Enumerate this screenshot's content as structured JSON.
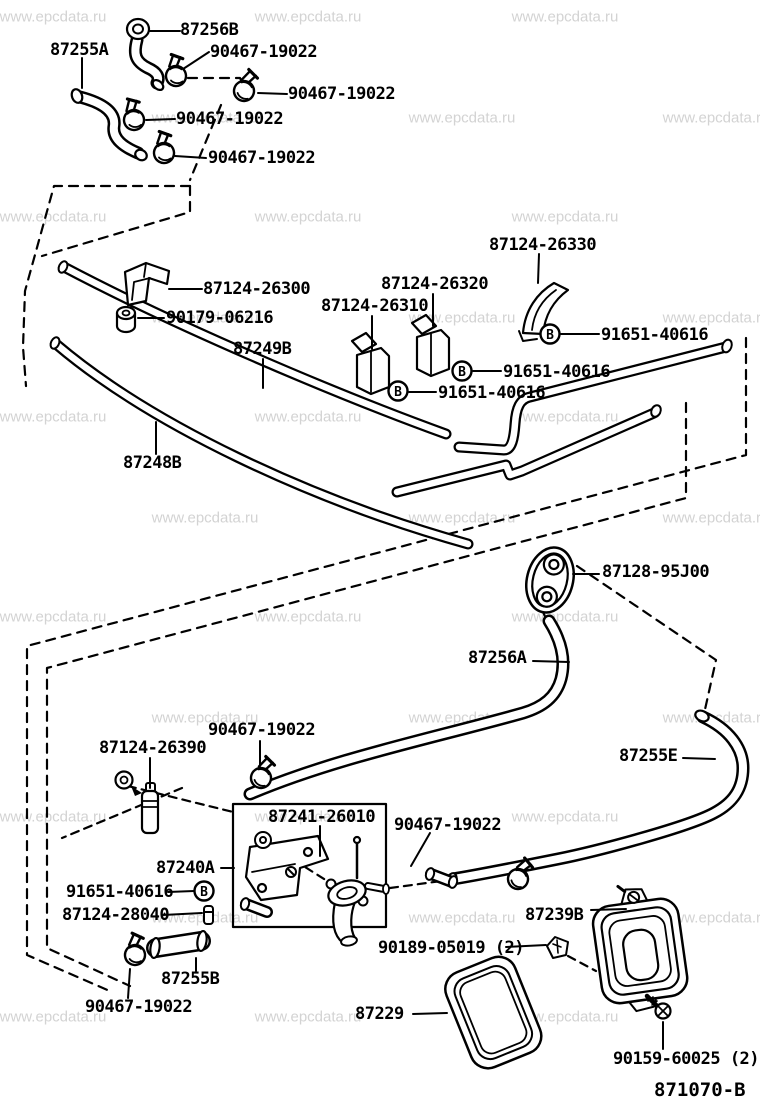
{
  "watermark": {
    "text": "www.epcdata.ru"
  },
  "bolt_symbol": "B",
  "diagram_code": "871070-B",
  "colors": {
    "line": "#000000",
    "label": "#000000",
    "watermark": "#d3d3d3",
    "background": "#ffffff"
  },
  "parts": {
    "hose_87255A": "87255A",
    "hose_87256B": "87256B",
    "clamp_90467_19022": "90467-19022",
    "bracket_87124_26300": "87124-26300",
    "nut_90179_06216": "90179-06216",
    "pipe_87249B": "87249B",
    "bracket_87124_26310": "87124-26310",
    "bracket_87124_26320": "87124-26320",
    "bracket_87124_26330": "87124-26330",
    "bolt_91651_40616": "91651-40616",
    "pipe_87248B": "87248B",
    "grommet_87128_95J00": "87128-95J00",
    "hose_87256A": "87256A",
    "clip_87124_26390": "87124-26390",
    "hose_87255E": "87255E",
    "valve_87241_26010": "87241-26010",
    "bracket_87240A": "87240A",
    "cushion_87124_28040": "87124-28040",
    "hose_87255B": "87255B",
    "cover_87239B": "87239B",
    "clip_90189_05019": "90189-05019 (2)",
    "seal_87229": "87229",
    "screw_90159_60025": "90159-60025 (2)"
  }
}
